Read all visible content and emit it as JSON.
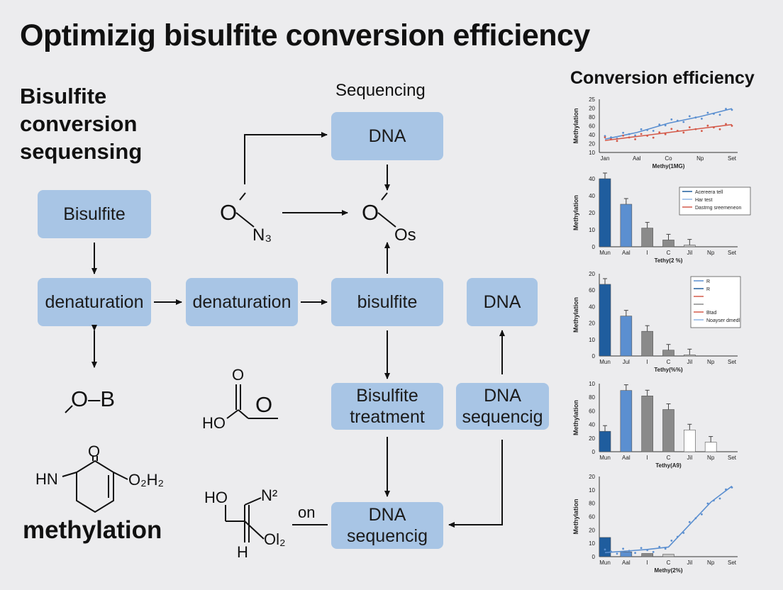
{
  "title": "Optimizig bisulfite conversion efficiency",
  "side_heading": [
    "Bisulfite",
    "conversion",
    "sequensing"
  ],
  "flow": {
    "sequencing_label": "Sequencing",
    "box_dna_top": "DNA",
    "box_bisulfite_left": "Bisulfite",
    "box_denat_1": "denaturation",
    "box_denat_2": "denaturation",
    "box_bisulfite_mid": "bisulfite",
    "box_dna_right": "DNA",
    "box_bis_treat": [
      "Bisulfite",
      "treatment"
    ],
    "box_dna_seq_right": [
      "DNA",
      "sequencig"
    ],
    "box_dna_seq_bottom": [
      "DNA",
      "sequencig"
    ],
    "on_label": "on"
  },
  "chem": {
    "on3_o": "O",
    "on3_n": "N₃",
    "os_o": "O",
    "os_s": "Os",
    "ob": "O–B",
    "acid_o": "O",
    "acid_ho": "HO",
    "acid_ring": "O",
    "ring_o": "O",
    "ring_hn": "HN",
    "ring_o2h2": "O₂H₂",
    "methylation": "methylation",
    "bottom_ho": "HO",
    "bottom_n2": "N²",
    "bottom_ol2": "Ol₂",
    "bottom_h": "H"
  },
  "efficiency_title": "Conversion efficiency",
  "colors": {
    "box": "#a8c5e5",
    "dark_blue": "#1f5d9e",
    "mid_blue": "#5b8fd0",
    "light_blue": "#8fb6e6",
    "red": "#d45a4a",
    "grey": "#8a8a8a",
    "light_grey": "#c7c7c7"
  },
  "chart_data": [
    {
      "type": "line",
      "title": "",
      "ylabel": "Methylation",
      "xlabel": "Methy(1MG)",
      "categories": [
        "Jan",
        "Aal",
        "Co",
        "Np",
        "Set"
      ],
      "yticks": [
        "25",
        "20",
        "80",
        "60",
        "40",
        "20",
        "10"
      ],
      "series": [
        {
          "values": [
            10,
            15,
            22,
            27,
            33
          ]
        },
        {
          "values": [
            9,
            12,
            15,
            18,
            21
          ]
        }
      ]
    },
    {
      "type": "bar",
      "ylabel": "Methylation",
      "xlabel": "Tethy(2 %)",
      "categories": [
        "Mun",
        "Aal",
        "I",
        "C",
        "Jil",
        "Np",
        "Set"
      ],
      "yticks": [
        "40",
        "40",
        "20",
        "10",
        "0"
      ],
      "values": [
        40,
        25,
        11,
        4,
        1,
        0,
        0
      ],
      "ylim": [
        0,
        40
      ],
      "legend": [
        "Acereera tell",
        "Har test",
        "Dastrng sreemeneon"
      ]
    },
    {
      "type": "bar",
      "ylabel": "Methylation",
      "xlabel": "Tethy(%%)",
      "categories": [
        "Mun",
        "Jul",
        "I",
        "C",
        "Jil",
        "Np",
        "Set"
      ],
      "yticks": [
        "20",
        "60",
        "40",
        "20",
        "10",
        "0"
      ],
      "values": [
        61,
        34,
        21,
        5,
        1,
        0,
        0
      ],
      "ylim": [
        0,
        70
      ],
      "legend": [
        "R",
        "R",
        "",
        "",
        "Btad",
        "Noayser dmedl"
      ]
    },
    {
      "type": "bar",
      "ylabel": "Methylation",
      "xlabel": "Tethy(A9)",
      "categories": [
        "Mun",
        "Aal",
        "I",
        "C",
        "Jil",
        "Np",
        "Set"
      ],
      "yticks": [
        "10",
        "80",
        "60",
        "40",
        "20",
        "0"
      ],
      "values": [
        30,
        90,
        82,
        62,
        32,
        14,
        0
      ],
      "ylim": [
        0,
        100
      ]
    },
    {
      "type": "line",
      "ylabel": "Methylation",
      "xlabel": "Methy(2%)",
      "categories": [
        "Mun",
        "Aal",
        "I",
        "C",
        "Jil",
        "Np",
        "Set"
      ],
      "yticks": [
        "20",
        "10",
        "80",
        "60",
        "20",
        "10",
        "0"
      ],
      "bars": [
        24,
        6,
        4,
        3
      ],
      "series": [
        {
          "values": [
            5,
            7,
            9,
            12,
            40,
            68,
            88
          ]
        }
      ]
    }
  ]
}
